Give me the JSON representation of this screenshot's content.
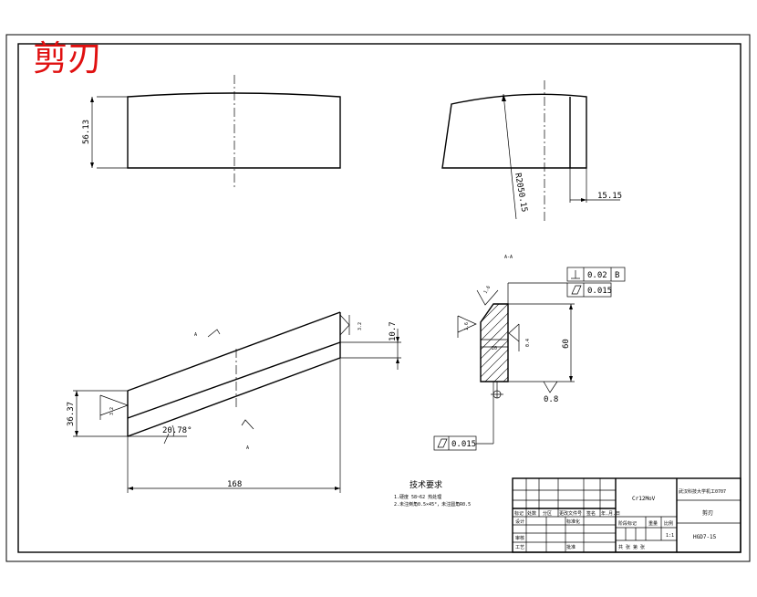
{
  "title": "剪刃",
  "dimensions": {
    "front_height": "56.13",
    "side_radius": "R2050.15",
    "side_width": "15.15",
    "section_label": "A-A",
    "perp_value": "0.02",
    "perp_datum": "B",
    "flat_value_top": "0.015",
    "rough_1": "1.6",
    "rough_2": "1.6",
    "angle_20": "20",
    "rough_04": "0.4",
    "height_60": "60",
    "rough_08": "0.8",
    "datum_b": "B",
    "flat_value_bottom": "0.015",
    "bottom_height": "36.37",
    "rough_32_left": "3.2",
    "rough_32_top": "3.2",
    "width_107": "10.7",
    "angle": "20.78°",
    "length": "168",
    "view_mark_top": "A",
    "view_mark_bottom": "A"
  },
  "tech": {
    "title": "技术要求",
    "line1": "1.硬度 58~62 热处理",
    "line2": "2.未注倒角0.5×45°，未注圆角R0.5"
  },
  "title_block": {
    "material": "Cr12MoV",
    "school": "武汉科技大学机工0707",
    "part_name": "剪刃",
    "drawing_no": "HGD7-15",
    "scale": "1:1",
    "row_labels": [
      "标记",
      "处数",
      "分区",
      "更改文件号",
      "签名",
      "年.月.日"
    ],
    "design": "设计",
    "standard": "标准化",
    "stage": "阶段标记",
    "weight": "重量",
    "ratio": "比例",
    "review": "审核",
    "process": "工艺",
    "approve": "批准",
    "sheets": "共    张  第    张"
  }
}
